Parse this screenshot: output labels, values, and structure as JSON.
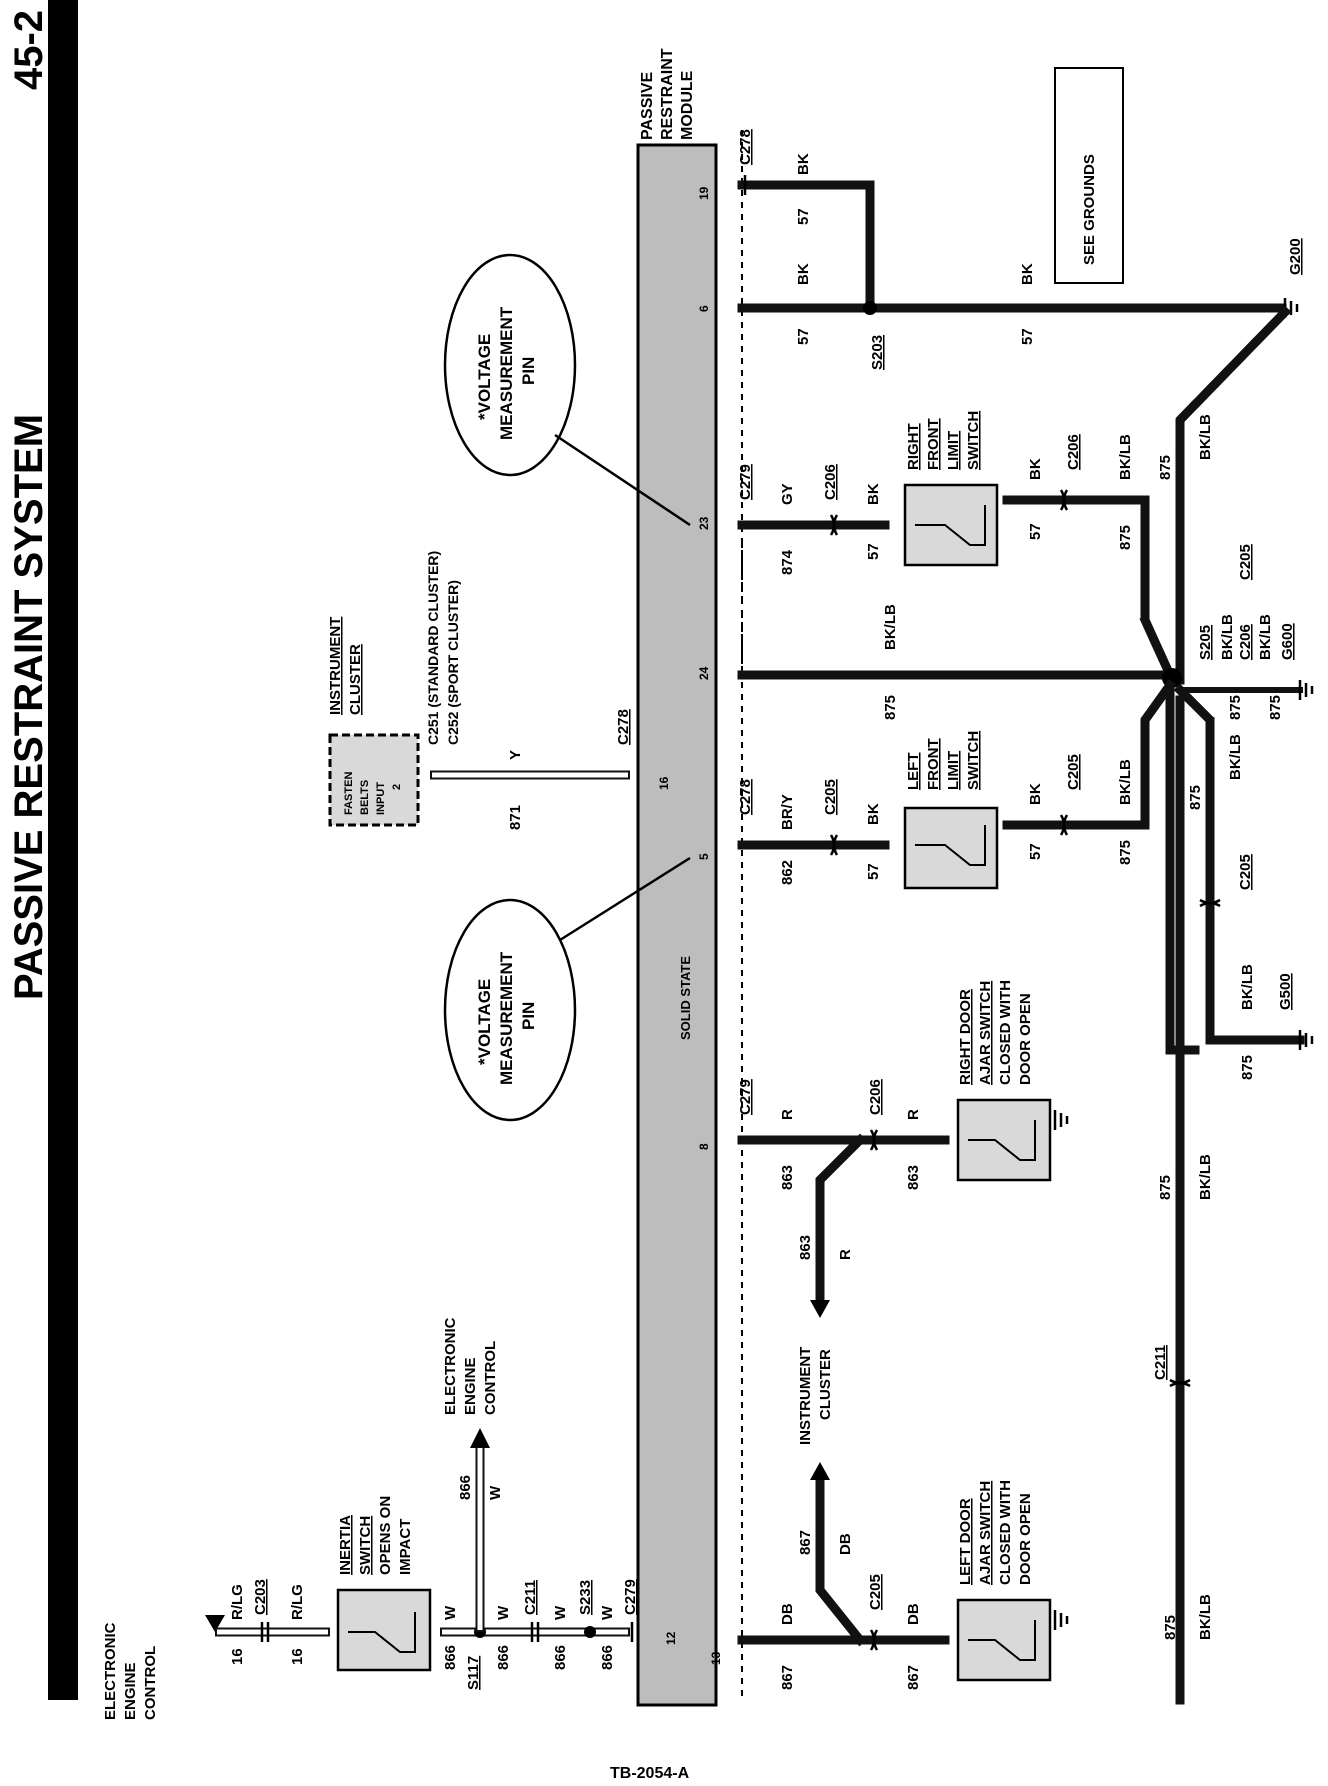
{
  "page": {
    "title": "PASSIVE RESTRAINT SYSTEM",
    "page_number": "45-2",
    "figure_code": "TB-2054-A"
  },
  "module": {
    "name_lines": [
      "PASSIVE",
      "RESTRAINT",
      "MODULE"
    ],
    "inner_label": "SOLID STATE",
    "pins": [
      "19",
      "6",
      "23",
      "24",
      "16",
      "5",
      "8",
      "12",
      "13"
    ]
  },
  "components": {
    "instrument_cluster": {
      "name_lines": [
        "INSTRUMENT",
        "CLUSTER"
      ],
      "box_lines": [
        "FASTEN",
        "BELTS",
        "INPUT",
        "2"
      ],
      "connector_lines": [
        "C251 (STANDARD CLUSTER)",
        "C252 (SPORT CLUSTER)"
      ]
    },
    "inertia_switch": {
      "lines": [
        "INERTIA",
        "SWITCH",
        "OPENS ON",
        "IMPACT"
      ]
    },
    "left_front_limit_switch": {
      "lines": [
        "LEFT",
        "FRONT",
        "LIMIT",
        "SWITCH"
      ]
    },
    "right_front_limit_switch": {
      "lines": [
        "RIGHT",
        "FRONT",
        "LIMIT",
        "SWITCH"
      ]
    },
    "right_door_ajar_switch": {
      "lines": [
        "RIGHT DOOR",
        "AJAR SWITCH",
        "CLOSED WITH",
        "DOOR OPEN"
      ]
    },
    "left_door_ajar_switch": {
      "lines": [
        "LEFT DOOR",
        "AJAR SWITCH",
        "CLOSED WITH",
        "DOOR OPEN"
      ]
    },
    "electronic_engine_control_1": {
      "lines": [
        "ELECTRONIC",
        "ENGINE",
        "CONTROL"
      ]
    },
    "electronic_engine_control_2": {
      "lines": [
        "ELECTRONIC",
        "ENGINE",
        "CONTROL"
      ]
    },
    "instrument_cluster_arrow": {
      "lines": [
        "INSTRUMENT",
        "CLUSTER"
      ]
    },
    "see_grounds": "SEE GROUNDS"
  },
  "callouts": {
    "voltage_pin_1": [
      "*VOLTAGE",
      "MEASUREMENT",
      "PIN"
    ],
    "voltage_pin_2": [
      "*VOLTAGE",
      "MEASUREMENT",
      "PIN"
    ]
  },
  "labels": {
    "c278": "C278",
    "c279": "C279",
    "c205": "C205",
    "c206": "C206",
    "c203": "C203",
    "c211": "C211",
    "s117": "S117",
    "s233": "S233",
    "s203": "S203",
    "s205": "S205",
    "g200": "G200",
    "g600": "G600",
    "g500": "G500",
    "w57": "57",
    "w874": "874",
    "w875": "875",
    "w871": "871",
    "w862": "862",
    "w863": "863",
    "w867": "867",
    "w866": "866",
    "w16": "16",
    "bk": "BK",
    "gy": "GY",
    "bklb": "BK/LB",
    "y": "Y",
    "bry": "BR/Y",
    "r": "R",
    "db": "DB",
    "w": "W",
    "rlg": "R/LG"
  }
}
